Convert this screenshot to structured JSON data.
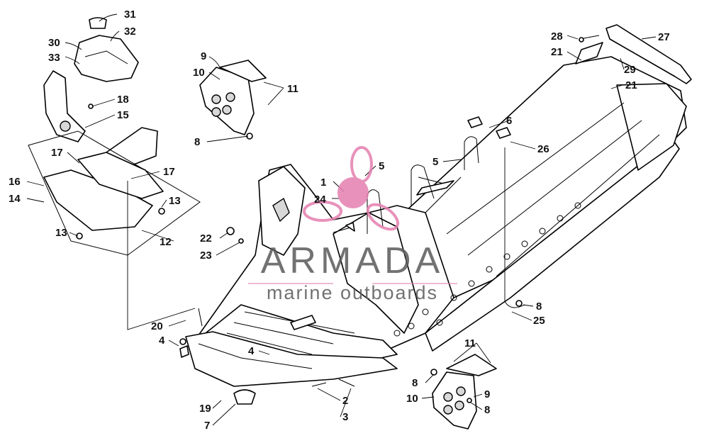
{
  "watermark": {
    "brand": "ARMADA",
    "tagline": "marine outboards",
    "brand_color": "#5a5a5a",
    "accent_color": "#e47fb0"
  },
  "callouts": [
    {
      "id": "c31",
      "label": "31"
    },
    {
      "id": "c32",
      "label": "32"
    },
    {
      "id": "c30",
      "label": "30"
    },
    {
      "id": "c33",
      "label": "33"
    },
    {
      "id": "c18",
      "label": "18"
    },
    {
      "id": "c15",
      "label": "15"
    },
    {
      "id": "c17a",
      "label": "17"
    },
    {
      "id": "c17b",
      "label": "17"
    },
    {
      "id": "c16",
      "label": "16"
    },
    {
      "id": "c14",
      "label": "14"
    },
    {
      "id": "c13a",
      "label": "13"
    },
    {
      "id": "c13b",
      "label": "13"
    },
    {
      "id": "c12",
      "label": "12"
    },
    {
      "id": "c9a",
      "label": "9"
    },
    {
      "id": "c10a",
      "label": "10"
    },
    {
      "id": "c11a",
      "label": "11"
    },
    {
      "id": "c8a",
      "label": "8"
    },
    {
      "id": "c1",
      "label": "1"
    },
    {
      "id": "c24",
      "label": "24"
    },
    {
      "id": "c5a",
      "label": "5"
    },
    {
      "id": "c5b",
      "label": "5"
    },
    {
      "id": "c6",
      "label": "6"
    },
    {
      "id": "c26",
      "label": "26"
    },
    {
      "id": "c28",
      "label": "28"
    },
    {
      "id": "c21a",
      "label": "21"
    },
    {
      "id": "c29",
      "label": "29"
    },
    {
      "id": "c21b",
      "label": "21"
    },
    {
      "id": "c27",
      "label": "27"
    },
    {
      "id": "c22",
      "label": "22"
    },
    {
      "id": "c23",
      "label": "23"
    },
    {
      "id": "c20",
      "label": "20"
    },
    {
      "id": "c4a",
      "label": "4"
    },
    {
      "id": "c4b",
      "label": "4"
    },
    {
      "id": "c19",
      "label": "19"
    },
    {
      "id": "c7",
      "label": "7"
    },
    {
      "id": "c2",
      "label": "2"
    },
    {
      "id": "c3",
      "label": "3"
    },
    {
      "id": "c8b",
      "label": "8"
    },
    {
      "id": "c25",
      "label": "25"
    },
    {
      "id": "c11b",
      "label": "11"
    },
    {
      "id": "c8c",
      "label": "8"
    },
    {
      "id": "c10b",
      "label": "10"
    },
    {
      "id": "c9b",
      "label": "9"
    },
    {
      "id": "c8d",
      "label": "8"
    }
  ]
}
